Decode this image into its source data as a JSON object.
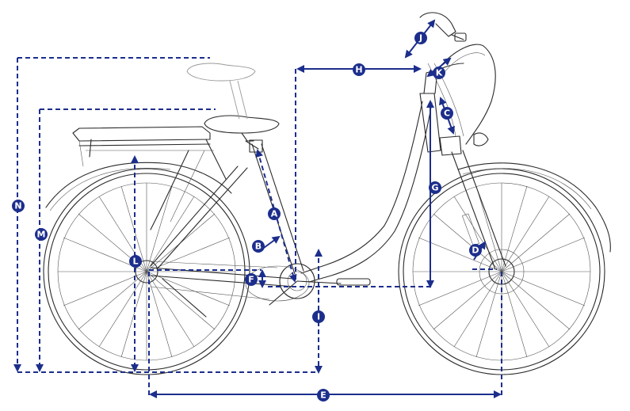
{
  "labels": {
    "A": "A",
    "B": "B",
    "C": "C",
    "D": "D",
    "E": "E",
    "F": "F",
    "G": "G",
    "H": "H",
    "I": "I",
    "J": "J",
    "K": "K",
    "L": "L",
    "M": "M",
    "N": "N"
  },
  "colors": {
    "dimension": "#1c2e8c",
    "sketch": "#2a2a2a",
    "background": "#ffffff"
  }
}
